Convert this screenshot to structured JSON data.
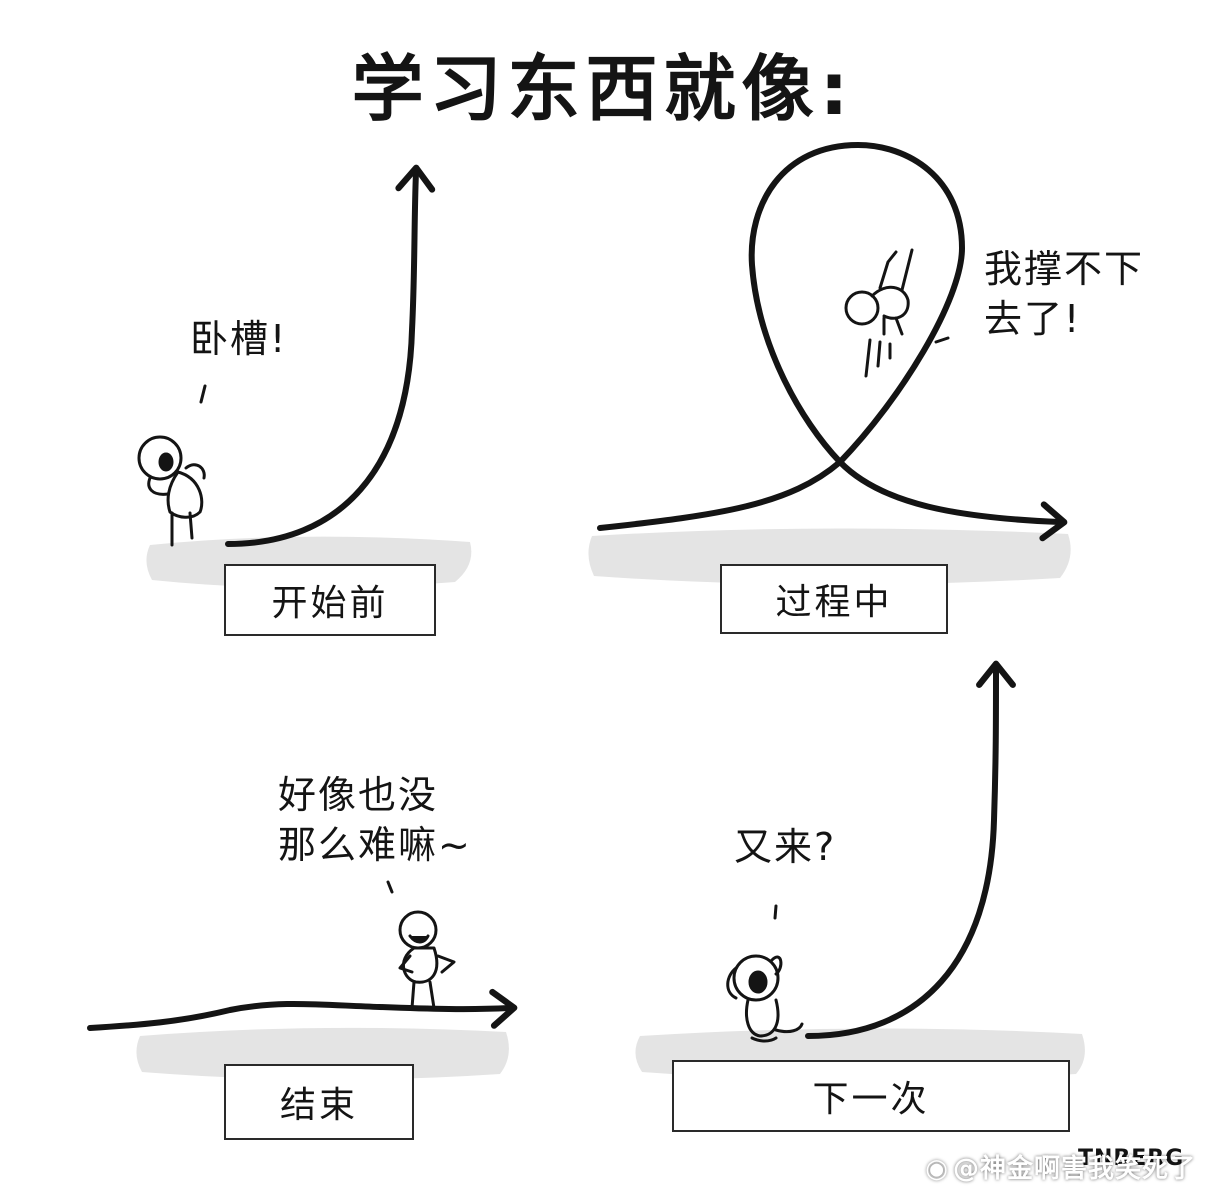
{
  "title": "学习东西就像:",
  "panels": [
    {
      "label": "开始前",
      "speech": "卧槽!"
    },
    {
      "label": "过程中",
      "speech": "我撑不下\n去了!"
    },
    {
      "label": "结束",
      "speech": "好像也没\n那么难嘛~"
    },
    {
      "label": "下一次",
      "speech": "又来?"
    }
  ],
  "signature": "TNBERG",
  "watermark": {
    "icon": "weibo-logo-icon",
    "text": "@神金啊害我笑死了"
  },
  "colors": {
    "ink": "#141414",
    "ground": "#e4e4e4"
  }
}
